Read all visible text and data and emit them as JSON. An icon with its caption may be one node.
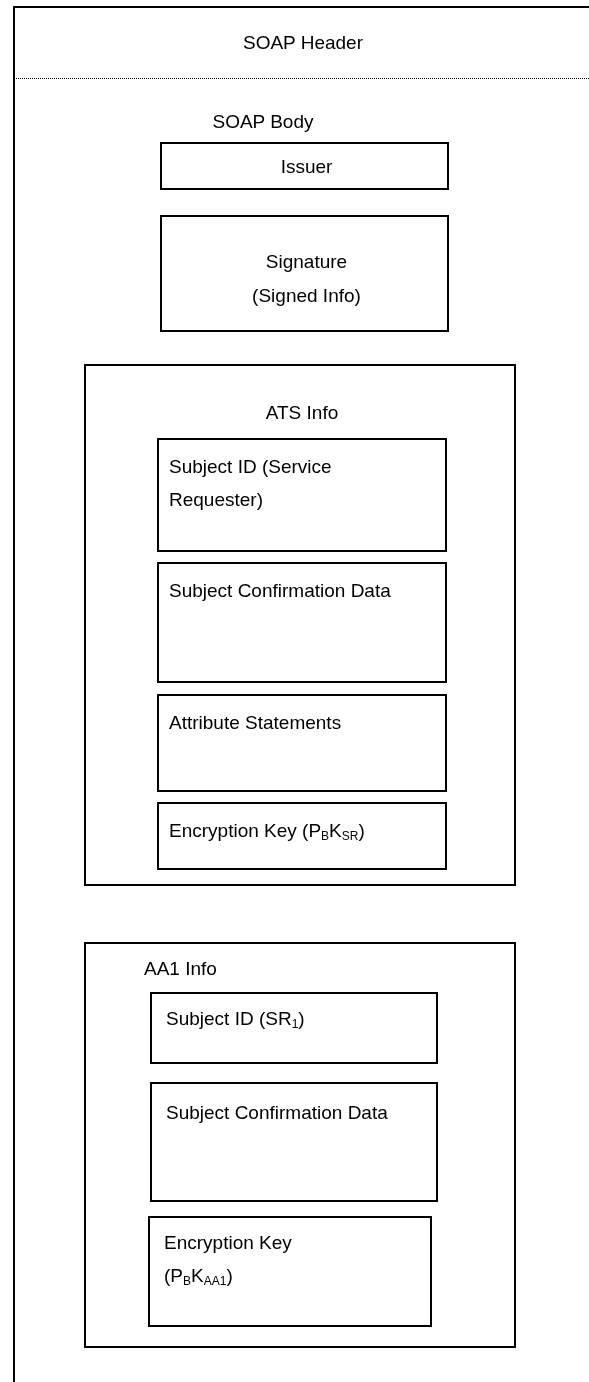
{
  "diagram": {
    "nodes": [
      {
        "text": [
          "SOAP Header"
        ]
      },
      {
        "text": [
          "SOAP Body"
        ]
      },
      {
        "text": [
          "Issuer"
        ],
        "in": 1
      },
      {
        "text": [
          "Signature",
          "(Signed Info)"
        ],
        "in": 1
      },
      {
        "text": [
          "ATS Info"
        ],
        "in": 1
      },
      {
        "text": [
          "Subject ID (Service Requester)"
        ],
        "in": 4
      },
      {
        "text": [
          "Subject Confirmation Data"
        ],
        "in": 4
      },
      {
        "text": [
          "Attribute Statements"
        ],
        "in": 4
      },
      {
        "text": [
          "Encryption Key (P$_{B}$K$_{SR}$)"
        ],
        "in": 4
      },
      {
        "text": [
          "AA1 Info"
        ],
        "in": 1
      },
      {
        "text": [
          "Subject ID (SR$_{1}$)"
        ],
        "in": 9
      },
      {
        "text": [
          "Subject Confirmation Data"
        ],
        "in": 9
      },
      {
        "text": [
          "Encryption Key (P$_{B}$K$_{AA1}$)"
        ],
        "in": 9
      }
    ]
  }
}
